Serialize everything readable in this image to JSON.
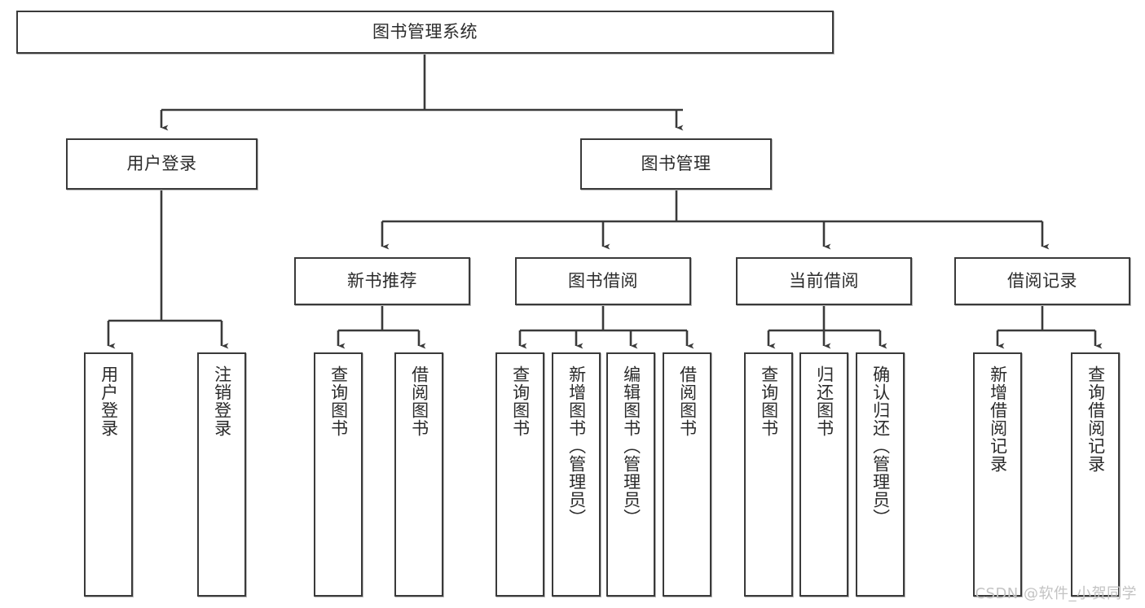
{
  "diagram": {
    "type": "tree-hierarchy-diagram",
    "title": "图书管理系统",
    "orientation": "top-down",
    "colors": {
      "box_border": "#3a3a3a",
      "box_fill": "#ffffff",
      "connector": "#3a3a3a",
      "text": "#2b2b2b",
      "watermark": "#c3c3c3"
    },
    "root": {
      "label": "图书管理系统"
    },
    "level2": [
      {
        "label": "用户登录"
      },
      {
        "label": "图书管理"
      }
    ],
    "level3": [
      {
        "label": "新书推荐"
      },
      {
        "label": "图书借阅"
      },
      {
        "label": "当前借阅"
      },
      {
        "label": "借阅记录"
      }
    ],
    "leaves": {
      "user_login": [
        {
          "label": "用户登录"
        },
        {
          "label": "注销登录"
        }
      ],
      "new_book_recommend": [
        {
          "label": "查询图书"
        },
        {
          "label": "借阅图书"
        }
      ],
      "book_borrow": [
        {
          "label": "查询图书"
        },
        {
          "label": "新增图书（管理员）"
        },
        {
          "label": "编辑图书（管理员）"
        },
        {
          "label": "借阅图书"
        }
      ],
      "current_borrow": [
        {
          "label": "查询图书"
        },
        {
          "label": "归还图书"
        },
        {
          "label": "确认归还（管理员）"
        }
      ],
      "borrow_record": [
        {
          "label": "新增借阅记录"
        },
        {
          "label": "查询借阅记录"
        }
      ]
    }
  },
  "watermark": {
    "text": "CSDN @软件_小贺同学"
  }
}
